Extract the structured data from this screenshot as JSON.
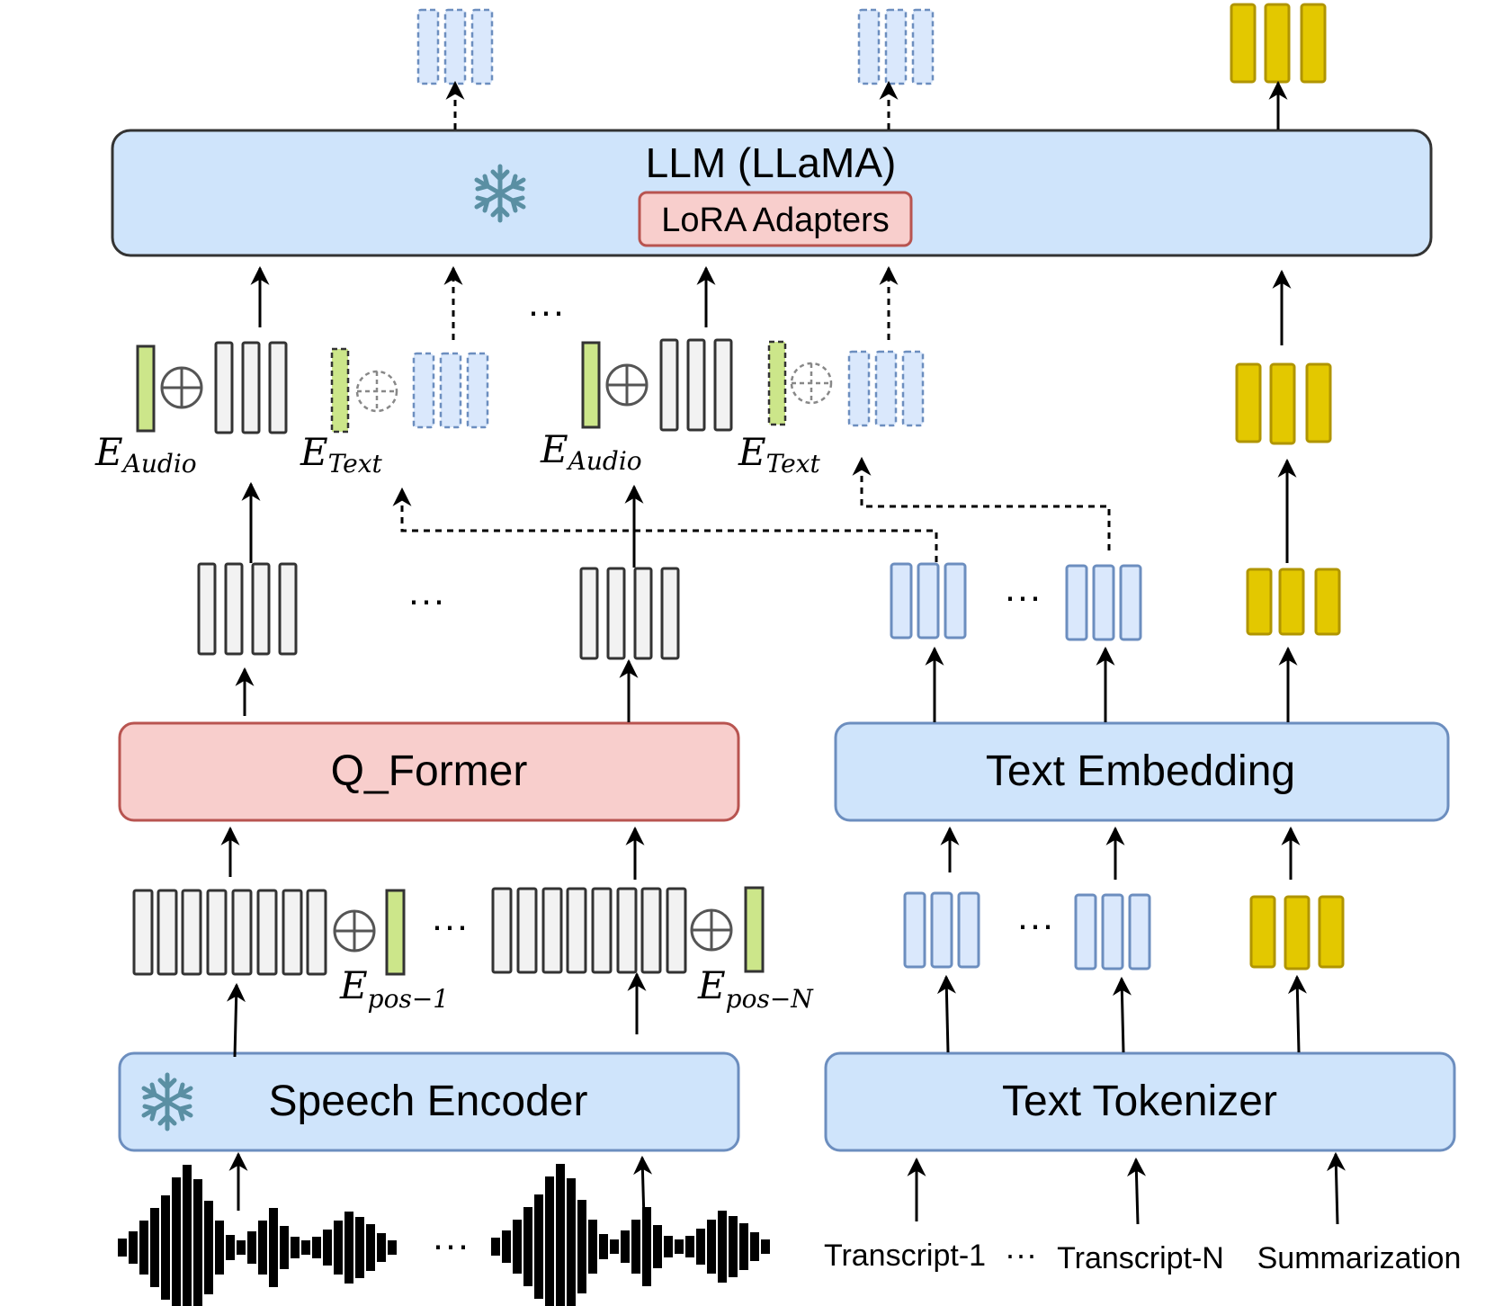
{
  "llm": {
    "title": "LLM (LLaMA)",
    "adapter": "LoRA Adapters",
    "frozen_icon": "snowflake-icon"
  },
  "qformer": {
    "title": "Q_Former"
  },
  "speech_encoder": {
    "title": "Speech Encoder",
    "frozen_icon": "snowflake-icon"
  },
  "text_embedding": {
    "title": "Text Embedding"
  },
  "text_tokenizer": {
    "title": "Text Tokenizer"
  },
  "labels": {
    "e_audio_1": {
      "base": "E",
      "sub": "Audio"
    },
    "e_text_1": {
      "base": "E",
      "sub": "Text"
    },
    "e_audio_2": {
      "base": "E",
      "sub": "Audio"
    },
    "e_text_2": {
      "base": "E",
      "sub": "Text"
    },
    "e_pos_1": {
      "base": "E",
      "sub": "pos−1"
    },
    "e_pos_n": {
      "base": "E",
      "sub": "pos−N"
    }
  },
  "inputs": {
    "transcript_1": "Transcript-1",
    "transcript_n": "Transcript-N",
    "summarization": "Summarization"
  },
  "ellipsis": "···",
  "colors": {
    "blue_fill": "#cfe4fb",
    "blue_stroke": "#6c8ebf",
    "red_fill": "#f8cecc",
    "red_stroke": "#b85450",
    "gray_fill": "#f2f2f2",
    "green_fill": "#cce68a",
    "yellow_fill": "#e3c800",
    "yellow_stroke": "#b09500",
    "snowflake": "#5a8fa3"
  }
}
